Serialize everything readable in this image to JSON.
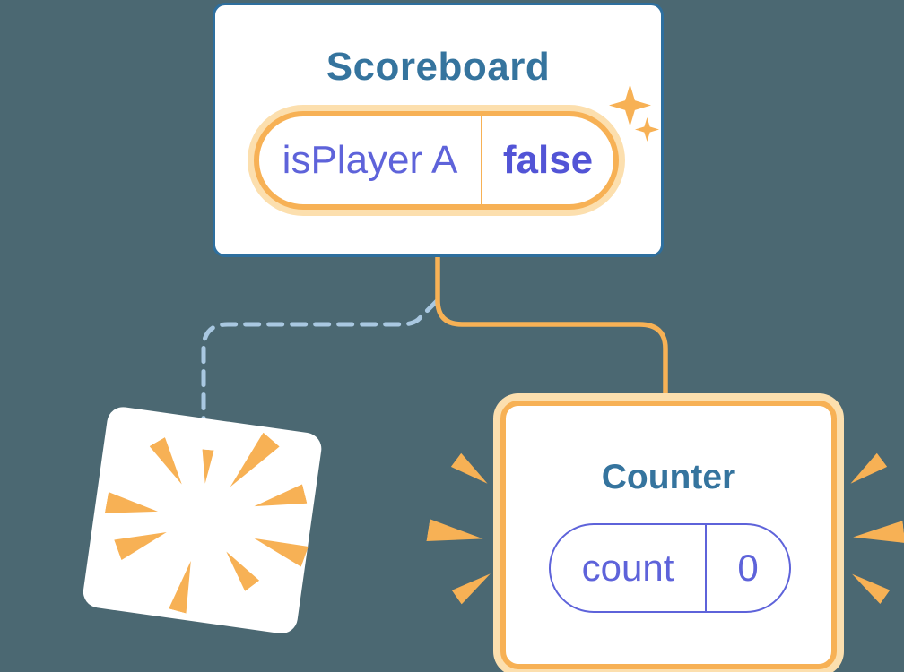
{
  "colors": {
    "background": "#4B6872",
    "card_bg": "#FFFFFF",
    "blue_border": "#2E6F9E",
    "blue_title": "#35749E",
    "orange": "#F7B155",
    "orange_light": "#FCDFAE",
    "purple": "#5E63DA",
    "purple_bold": "#5254D6",
    "dash_blue": "#A9C8E1"
  },
  "scoreboard": {
    "title": "Scoreboard",
    "state": {
      "name": "isPlayer A",
      "value": "false"
    }
  },
  "counter": {
    "title": "Counter",
    "state": {
      "name": "count",
      "value": "0"
    }
  },
  "decorations": {
    "sparkles": "sparkle-icon",
    "burst": "poof-burst-icon",
    "spikes": "emphasis-spike-icon"
  }
}
